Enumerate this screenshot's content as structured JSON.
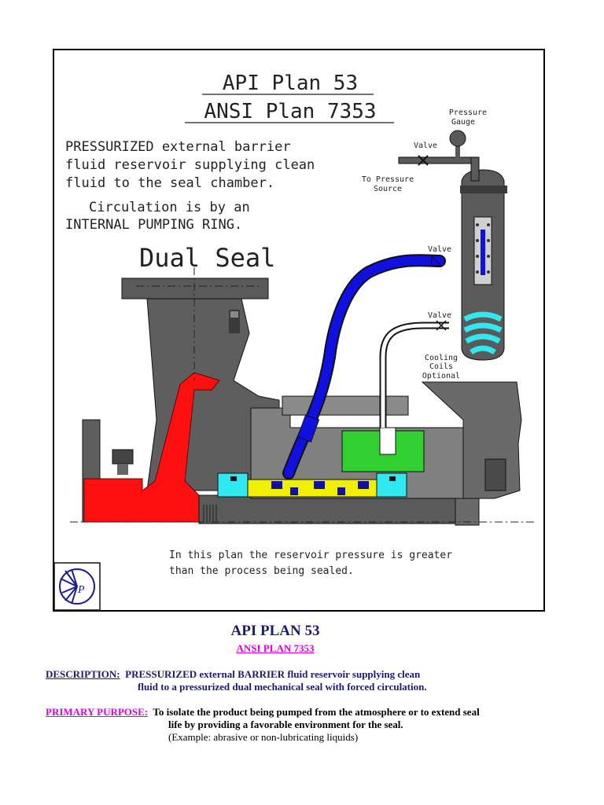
{
  "diagram": {
    "title_line1": "API Plan 53",
    "title_line2": "ANSI Plan 7353",
    "intro_lines": [
      "PRESSURIZED external barrier",
      "fluid reservoir supplying clean",
      "fluid to the seal chamber."
    ],
    "circulation_lines": [
      "Circulation is by an",
      "INTERNAL PUMPING RING."
    ],
    "seal_type": "Dual Seal",
    "labels": {
      "pressure_gauge_1": "Pressure",
      "pressure_gauge_2": "Gauge",
      "valve_top": "Valve",
      "to_pressure_source_1": "To Pressure",
      "to_pressure_source_2": "Source",
      "valve_mid": "Valve",
      "valve_low": "Valve",
      "cooling_1": "Cooling",
      "cooling_2": "Coils",
      "cooling_3": "Optional"
    },
    "note_lines": [
      "In this plan the reservoir pressure is greater",
      "than the process being sealed."
    ],
    "colors": {
      "barrier_fluid": "#1010e0",
      "process_fluid": "#ff1010",
      "coolant": "#30e8f0",
      "gland": "#30d030",
      "seal_faces": "#f0f000",
      "metal": "#5a5a5a"
    }
  },
  "caption": {
    "title": "API PLAN 53",
    "subtitle": "ANSI PLAN 7353",
    "description_label": "DESCRIPTION:",
    "description_line1": "PRESSURIZED external BARRIER fluid reservoir supplying clean",
    "description_line2": "fluid to a pressurized dual mechanical seal with forced circulation.",
    "purpose_label": "PRIMARY PURPOSE:",
    "purpose_line1": "To isolate the product being pumped from the atmosphere or to extend seal",
    "purpose_line2": "life by providing a favorable environment for the seal.",
    "purpose_example": "(Example: abrasive or non-lubricating liquids)"
  }
}
